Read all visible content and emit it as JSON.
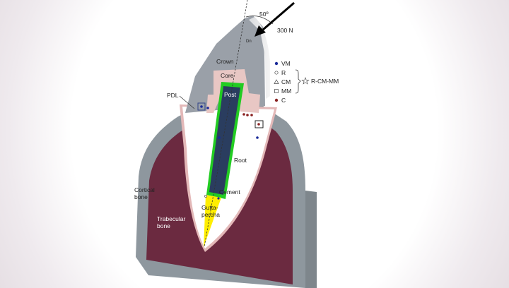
{
  "diagram": {
    "angle_label": "50º",
    "force_label": "300 N",
    "dn_label": "Dn",
    "labels": {
      "crown": "Crown",
      "core": "Core",
      "post": "Post",
      "pdl": "PDL",
      "root": "Root",
      "cement": "Cement",
      "gutta_line1": "Gutta-",
      "gutta_line2": "percha",
      "cortical_line1": "Cortical",
      "cortical_line2": "bone",
      "trabecular_line1": "Trabecular",
      "trabecular_line2": "bone"
    },
    "legend": {
      "items": [
        "VM",
        "R",
        "CM",
        "MM",
        "C"
      ],
      "group_label": "R-CM-MM"
    },
    "colors": {
      "cortical": "#8e979e",
      "trabecular": "#6b2a40",
      "root": "#ffffff",
      "crown": "#9aa0a8",
      "core": "#e8c7c4",
      "post": "#2a3d5f",
      "cement": "#22cc22",
      "gutta_percha": "#ffee00",
      "pdl": "#e3b8b8"
    }
  }
}
